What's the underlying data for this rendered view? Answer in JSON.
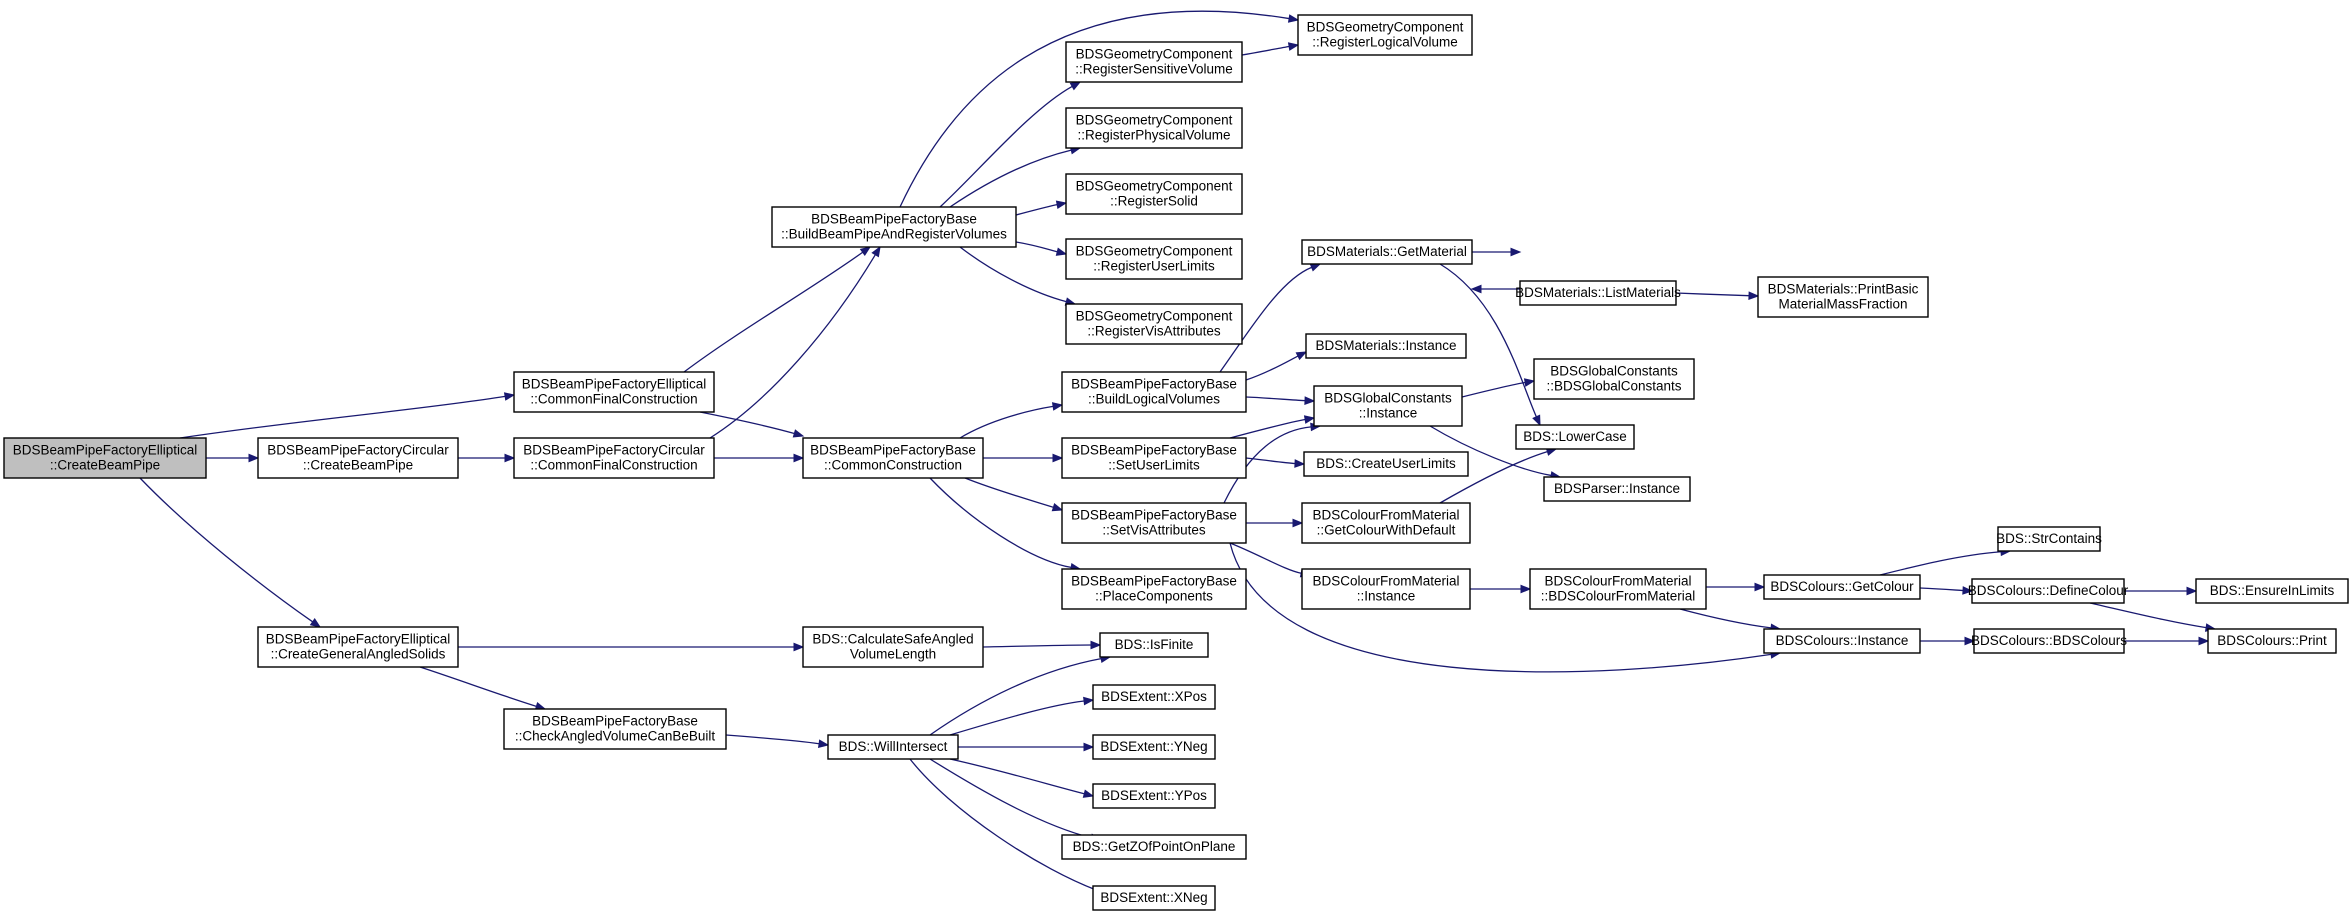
{
  "graph": {
    "colors": {
      "edge": "#191970",
      "root_fill": "#bfbfbf",
      "node_fill": "#ffffff",
      "node_border": "#000000"
    },
    "nodes": [
      {
        "id": "n0",
        "lines": [
          "BDSBeamPipeFactoryElliptical",
          "::CreateBeamPipe"
        ],
        "root": true
      },
      {
        "id": "n1",
        "lines": [
          "BDSBeamPipeFactoryElliptical",
          "::CommonFinalConstruction"
        ]
      },
      {
        "id": "n2",
        "lines": [
          "BDSBeamPipeFactoryCircular",
          "::CreateBeamPipe"
        ]
      },
      {
        "id": "n3",
        "lines": [
          "BDSBeamPipeFactoryElliptical",
          "::CreateGeneralAngledSolids"
        ]
      },
      {
        "id": "n4",
        "lines": [
          "BDSBeamPipeFactoryCircular",
          "::CommonFinalConstruction"
        ]
      },
      {
        "id": "n5",
        "lines": [
          "BDSBeamPipeFactoryBase",
          "::CheckAngledVolumeCanBeBuilt"
        ]
      },
      {
        "id": "n6",
        "lines": [
          "BDSBeamPipeFactoryBase",
          "::BuildBeamPipeAndRegisterVolumes"
        ]
      },
      {
        "id": "n7",
        "lines": [
          "BDSBeamPipeFactoryBase",
          "::CommonConstruction"
        ]
      },
      {
        "id": "n8",
        "lines": [
          "BDS::CalculateSafeAngled",
          "VolumeLength"
        ]
      },
      {
        "id": "n9",
        "lines": [
          "BDS::WillIntersect"
        ]
      },
      {
        "id": "n10",
        "lines": [
          "BDSGeometryComponent",
          "::RegisterSensitiveVolume"
        ]
      },
      {
        "id": "n11",
        "lines": [
          "BDSGeometryComponent",
          "::RegisterPhysicalVolume"
        ]
      },
      {
        "id": "n12",
        "lines": [
          "BDSGeometryComponent",
          "::RegisterSolid"
        ]
      },
      {
        "id": "n13",
        "lines": [
          "BDSGeometryComponent",
          "::RegisterUserLimits"
        ]
      },
      {
        "id": "n14",
        "lines": [
          "BDSGeometryComponent",
          "::RegisterVisAttributes"
        ]
      },
      {
        "id": "n15",
        "lines": [
          "BDSBeamPipeFactoryBase",
          "::BuildLogicalVolumes"
        ]
      },
      {
        "id": "n16",
        "lines": [
          "BDSBeamPipeFactoryBase",
          "::SetUserLimits"
        ]
      },
      {
        "id": "n17",
        "lines": [
          "BDSBeamPipeFactoryBase",
          "::SetVisAttributes"
        ]
      },
      {
        "id": "n18",
        "lines": [
          "BDSBeamPipeFactoryBase",
          "::PlaceComponents"
        ]
      },
      {
        "id": "n19",
        "lines": [
          "BDS::IsFinite"
        ]
      },
      {
        "id": "n20",
        "lines": [
          "BDSExtent::XPos"
        ]
      },
      {
        "id": "n21",
        "lines": [
          "BDSExtent::YNeg"
        ]
      },
      {
        "id": "n22",
        "lines": [
          "BDSExtent::YPos"
        ]
      },
      {
        "id": "n23",
        "lines": [
          "BDS::GetZOfPointOnPlane"
        ]
      },
      {
        "id": "n24",
        "lines": [
          "BDSExtent::XNeg"
        ]
      },
      {
        "id": "n25",
        "lines": [
          "BDSGeometryComponent",
          "::RegisterLogicalVolume"
        ]
      },
      {
        "id": "n26",
        "lines": [
          "BDSMaterials::GetMaterial"
        ]
      },
      {
        "id": "n27",
        "lines": [
          "BDSMaterials::Instance"
        ]
      },
      {
        "id": "n28",
        "lines": [
          "BDSGlobalConstants",
          "::Instance"
        ]
      },
      {
        "id": "n29",
        "lines": [
          "BDS::CreateUserLimits"
        ]
      },
      {
        "id": "n30",
        "lines": [
          "BDSColourFromMaterial",
          "::GetColourWithDefault"
        ]
      },
      {
        "id": "n31",
        "lines": [
          "BDSColourFromMaterial",
          "::Instance"
        ]
      },
      {
        "id": "n32",
        "lines": [
          "BDSColours::Instance"
        ]
      },
      {
        "id": "n33",
        "lines": [
          "BDSMaterials::ListMaterials"
        ]
      },
      {
        "id": "n34",
        "lines": [
          "BDS::LowerCase"
        ]
      },
      {
        "id": "n35",
        "lines": [
          "BDSGlobalConstants",
          "::BDSGlobalConstants"
        ]
      },
      {
        "id": "n36",
        "lines": [
          "BDSParser::Instance"
        ]
      },
      {
        "id": "n37",
        "lines": [
          "BDSColourFromMaterial",
          "::BDSColourFromMaterial"
        ]
      },
      {
        "id": "n38",
        "lines": [
          "BDSColours::BDSColours"
        ]
      },
      {
        "id": "n39",
        "lines": [
          "BDSMaterials::PrintBasic",
          "MaterialMassFraction"
        ]
      },
      {
        "id": "n40",
        "lines": [
          "BDSColours::GetColour"
        ]
      },
      {
        "id": "n41",
        "lines": [
          "BDS::StrContains"
        ]
      },
      {
        "id": "n42",
        "lines": [
          "BDSColours::DefineColour"
        ]
      },
      {
        "id": "n43",
        "lines": [
          "BDS::EnsureInLimits"
        ]
      },
      {
        "id": "n44",
        "lines": [
          "BDSColours::Print"
        ]
      }
    ],
    "edges": [
      [
        "n0",
        "n1"
      ],
      [
        "n0",
        "n2"
      ],
      [
        "n0",
        "n3"
      ],
      [
        "n1",
        "n6"
      ],
      [
        "n1",
        "n7"
      ],
      [
        "n2",
        "n4"
      ],
      [
        "n4",
        "n6"
      ],
      [
        "n4",
        "n7"
      ],
      [
        "n3",
        "n8"
      ],
      [
        "n3",
        "n5"
      ],
      [
        "n5",
        "n9"
      ],
      [
        "n8",
        "n19"
      ],
      [
        "n9",
        "n19"
      ],
      [
        "n9",
        "n20"
      ],
      [
        "n9",
        "n21"
      ],
      [
        "n9",
        "n22"
      ],
      [
        "n9",
        "n23"
      ],
      [
        "n9",
        "n24"
      ],
      [
        "n6",
        "n25"
      ],
      [
        "n6",
        "n10"
      ],
      [
        "n6",
        "n11"
      ],
      [
        "n6",
        "n12"
      ],
      [
        "n6",
        "n13"
      ],
      [
        "n6",
        "n14"
      ],
      [
        "n10",
        "n25"
      ],
      [
        "n7",
        "n15"
      ],
      [
        "n7",
        "n16"
      ],
      [
        "n7",
        "n17"
      ],
      [
        "n7",
        "n18"
      ],
      [
        "n15",
        "n26"
      ],
      [
        "n15",
        "n27"
      ],
      [
        "n15",
        "n28"
      ],
      [
        "n16",
        "n28"
      ],
      [
        "n16",
        "n29"
      ],
      [
        "n17",
        "n28"
      ],
      [
        "n17",
        "n30"
      ],
      [
        "n17",
        "n31"
      ],
      [
        "n17",
        "n32"
      ],
      [
        "n26",
        "n33"
      ],
      [
        "n33",
        "n26"
      ],
      [
        "n26",
        "n34"
      ],
      [
        "n33",
        "n39"
      ],
      [
        "n28",
        "n35"
      ],
      [
        "n28",
        "n36"
      ],
      [
        "n30",
        "n34"
      ],
      [
        "n31",
        "n37"
      ],
      [
        "n37",
        "n40"
      ],
      [
        "n37",
        "n32"
      ],
      [
        "n40",
        "n41"
      ],
      [
        "n40",
        "n42"
      ],
      [
        "n42",
        "n43"
      ],
      [
        "n42",
        "n44"
      ],
      [
        "n32",
        "n38"
      ],
      [
        "n38",
        "n44"
      ]
    ]
  }
}
